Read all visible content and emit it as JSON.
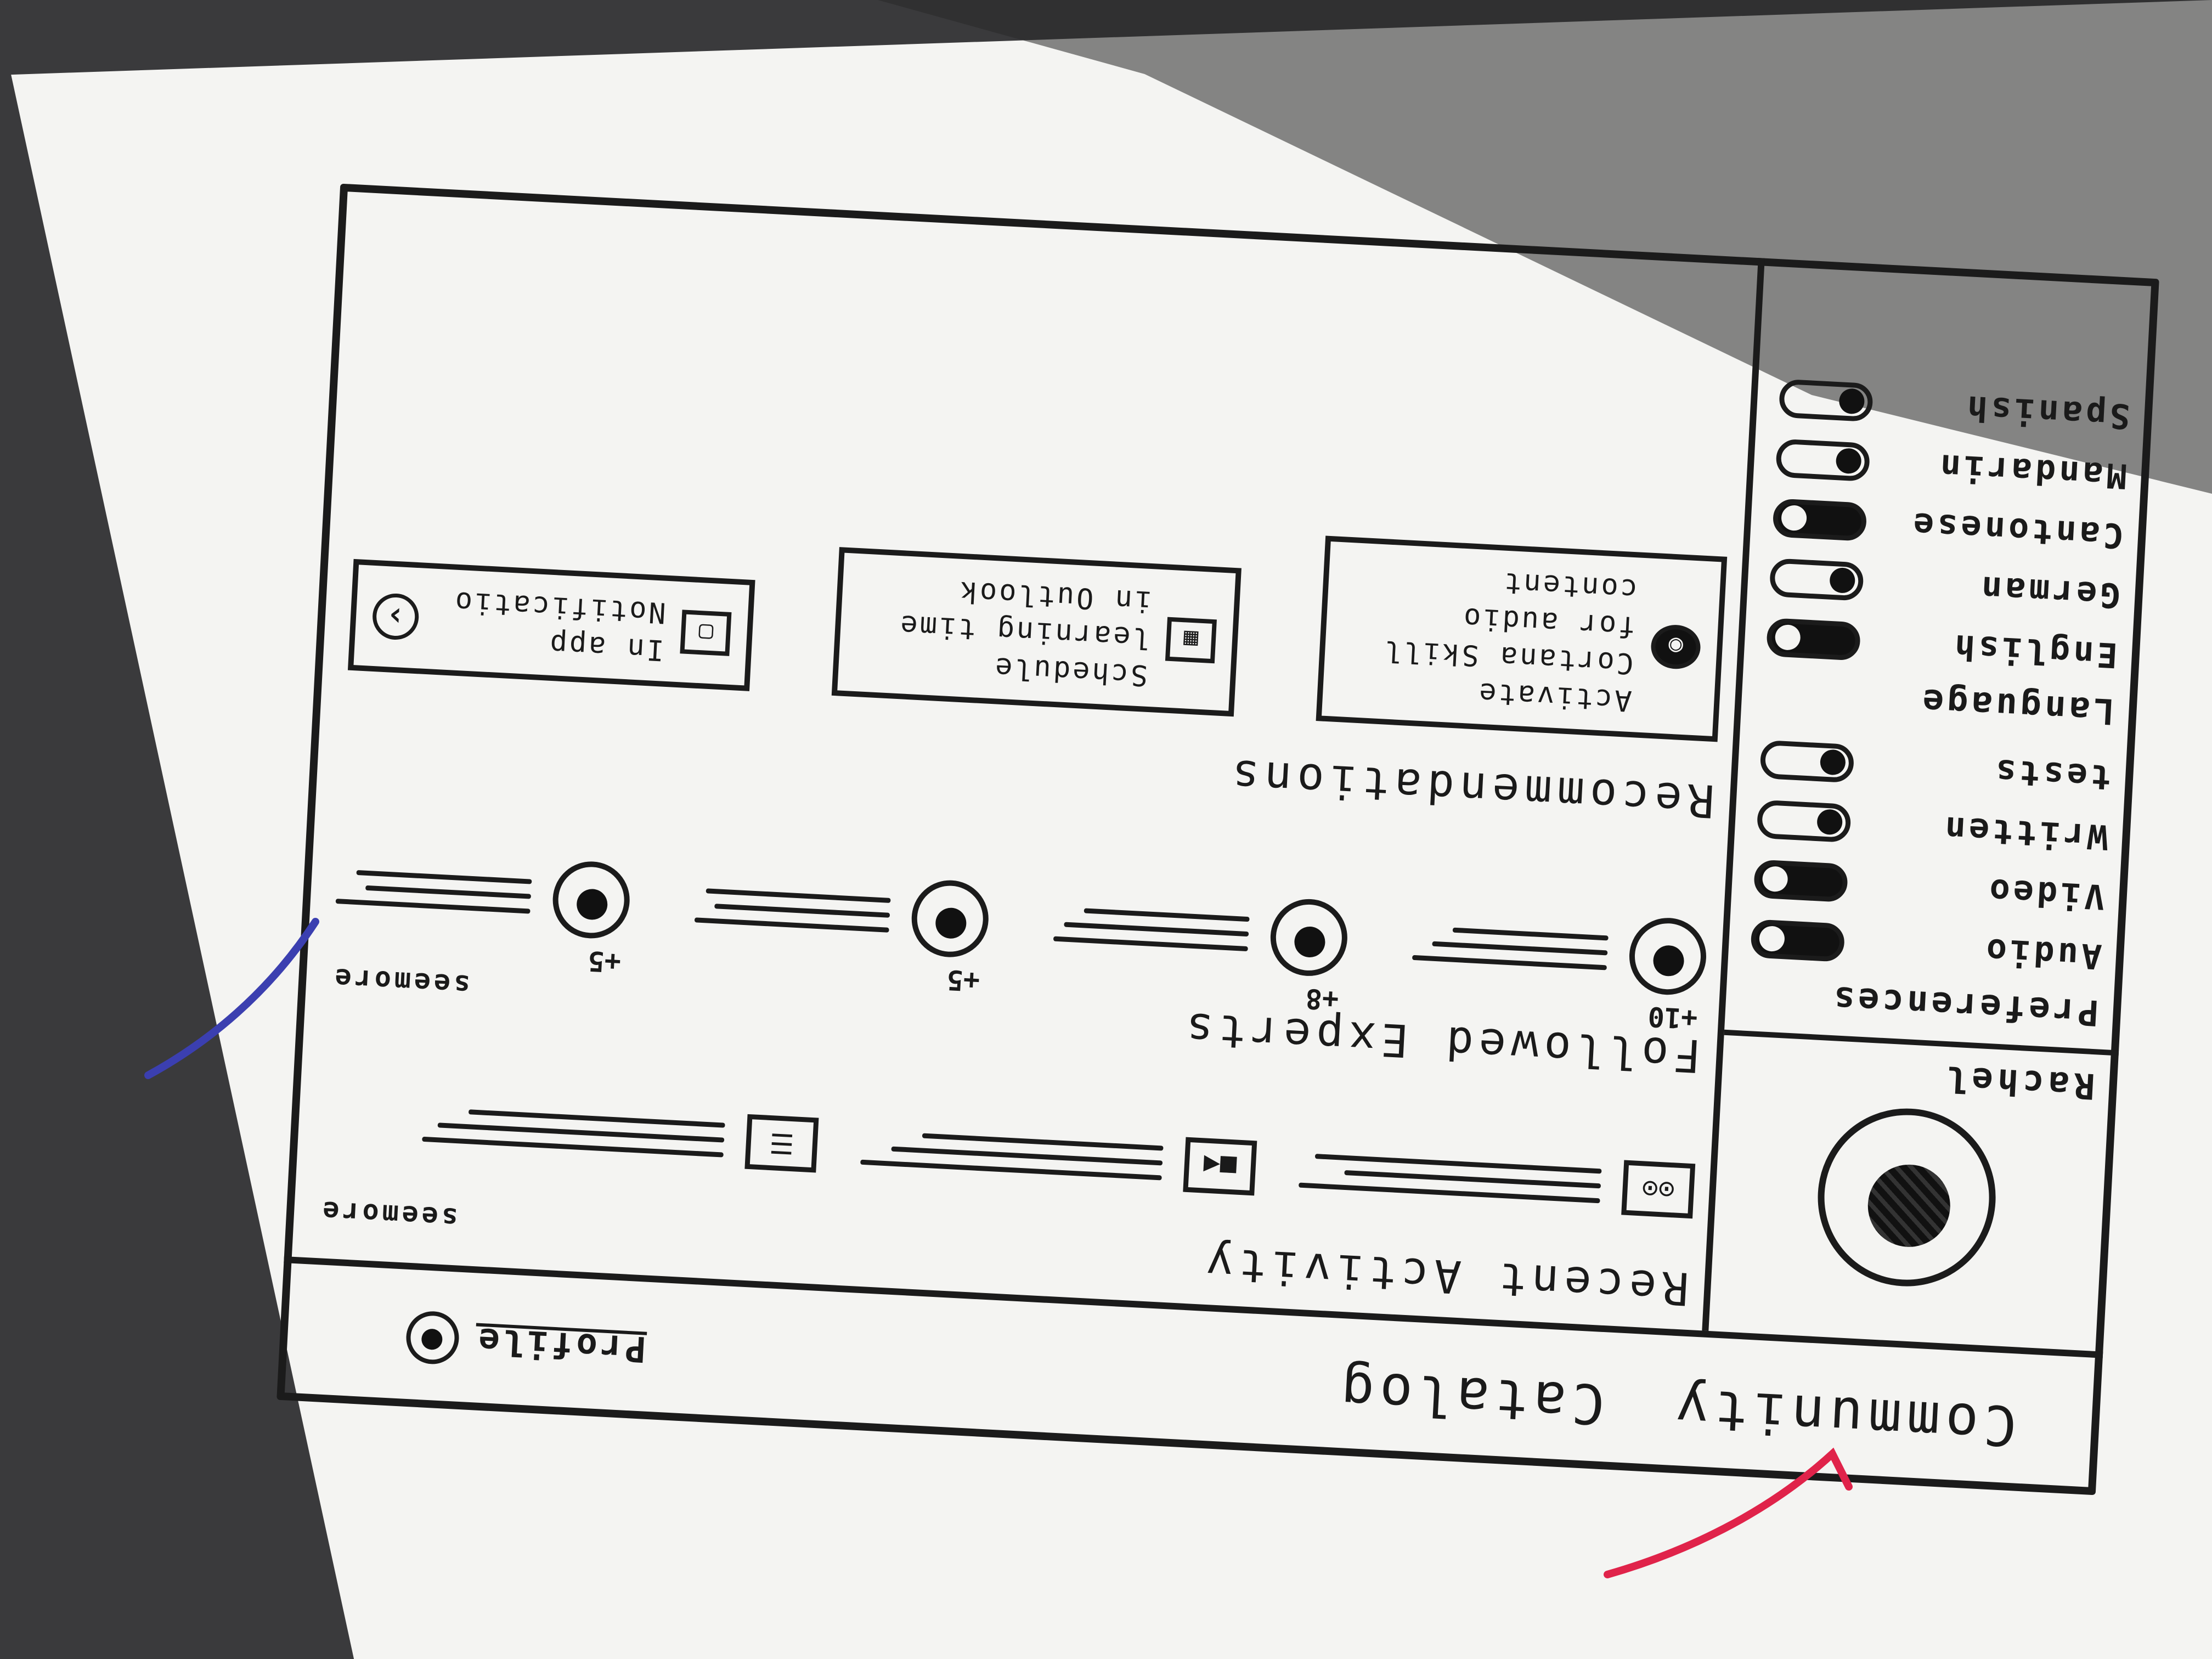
{
  "nav": {
    "items": [
      "Community",
      "Catalog"
    ],
    "profile_label": "Profile"
  },
  "sidebar": {
    "user_name": "Rachel",
    "preferences": {
      "title": "Preferences",
      "items": [
        {
          "label": "Audio",
          "state": "on"
        },
        {
          "label": "Video",
          "state": "on"
        },
        {
          "label": "Written",
          "state": "off"
        },
        {
          "label": "tests",
          "state": "off"
        }
      ]
    },
    "language": {
      "title": "Language",
      "items": [
        {
          "label": "English",
          "state": "on"
        },
        {
          "label": "German",
          "state": "off"
        },
        {
          "label": "Cantonese",
          "state": "on"
        },
        {
          "label": "Mandarin",
          "state": "off"
        },
        {
          "label": "Spanish",
          "state": "off"
        }
      ]
    }
  },
  "recent_activity": {
    "title": "Recent Activity",
    "see_more": "seemore",
    "items": [
      {
        "icon": "audio-icon"
      },
      {
        "icon": "video-icon"
      },
      {
        "icon": "document-icon"
      }
    ]
  },
  "followed_experts": {
    "title": "Followed Experts",
    "see_more": "seemore",
    "items": [
      {
        "score": "+10"
      },
      {
        "score": "+8"
      },
      {
        "score": "+5"
      },
      {
        "score": "+5"
      }
    ]
  },
  "recommendations": {
    "title": "Recommendations",
    "items": [
      {
        "icon": "cortana-icon",
        "text": "Activate Cortana Skill for audio content"
      },
      {
        "icon": "calendar-icon",
        "text": "Schedule learning time in Outlook"
      },
      {
        "icon": "notification-icon",
        "text": "In app Notificatio"
      }
    ]
  },
  "colors": {
    "paper": "#f4f4f2",
    "ink": "#1b1b1b",
    "blue_mark": "#3b3fb0",
    "red_mark": "#e0234a"
  }
}
